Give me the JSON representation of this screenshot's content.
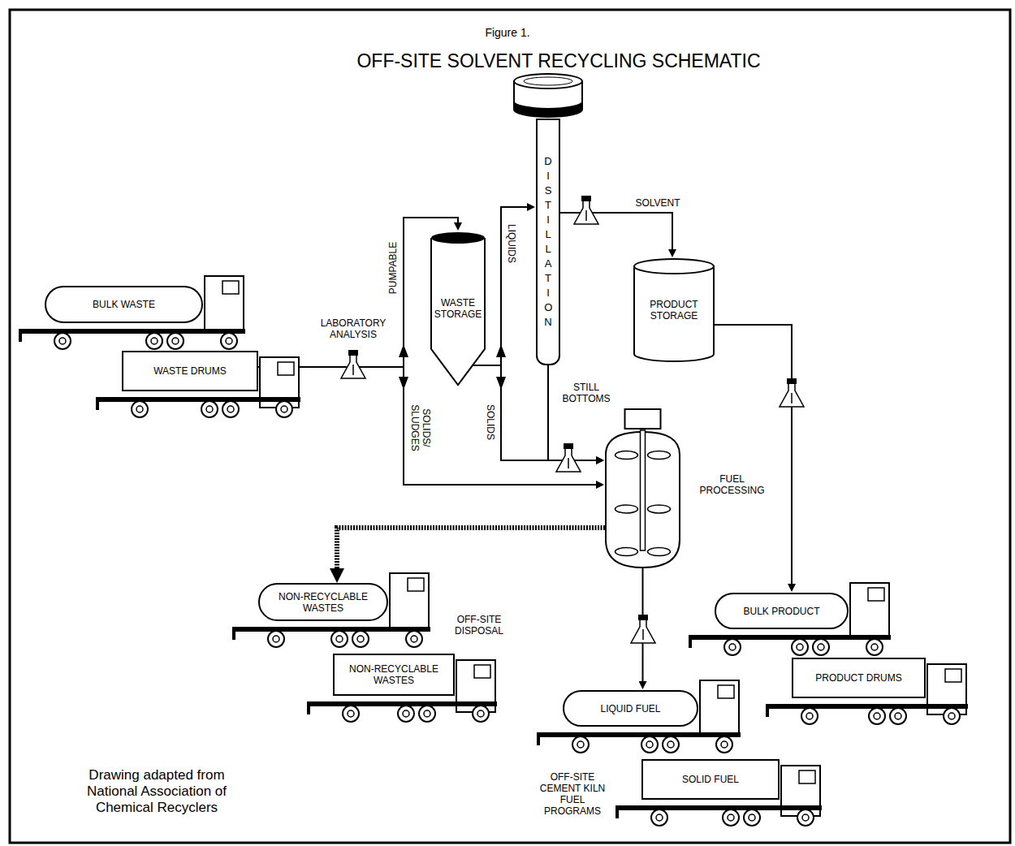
{
  "diagram": {
    "title": "OFF-SITE SOLVENT RECYCLING SCHEMATIC",
    "caption": "Drawing adapted from National Association of Chemical Recyclers",
    "nodes": [
      {
        "text": [
          "BULK WASTE"
        ]
      },
      {
        "text": [
          "WASTE DRUMS"
        ]
      },
      {
        "text": [
          "WASTE STORAGE"
        ]
      },
      {
        "text": [
          "DISTILLATION"
        ]
      },
      {
        "text": [
          "PRODUCT STORAGE"
        ]
      },
      {
        "text": [
          "FUEL PROCESSING"
        ]
      },
      {
        "text": [
          "NON-RECYCLABLE WASTES"
        ]
      },
      {
        "text": [
          "NON-RECYCLABLE WASTES"
        ]
      },
      {
        "text": [
          "LIQUID FUEL"
        ]
      },
      {
        "text": [
          "SOLID FUEL"
        ]
      },
      {
        "text": [
          "BULK PRODUCT"
        ]
      },
      {
        "text": [
          "PRODUCT DRUMS"
        ]
      }
    ],
    "edges": [
      {
        "from": 1,
        "to": 2,
        "label": "PUMPABLE",
        "arrow": "to"
      },
      {
        "from": 1,
        "to": 5,
        "label": "SOLIDS/ SLUDGES",
        "arrow": "to"
      },
      {
        "from": 2,
        "to": 3,
        "label": "LIQUIDS",
        "arrow": "to"
      },
      {
        "from": 2,
        "to": 5,
        "label": "SOLIDS",
        "arrow": "to"
      },
      {
        "from": 3,
        "to": 4,
        "label": "SOLVENT",
        "arrow": "to"
      },
      {
        "from": 3,
        "to": 5,
        "label": "STILL BOTTOMS",
        "arrow": "to"
      },
      {
        "from": 4,
        "to": 10,
        "arrow": "to"
      },
      {
        "from": 5,
        "to": 6,
        "arrow": "to"
      },
      {
        "from": 5,
        "to": 8,
        "arrow": "to"
      }
    ],
    "labels": [
      "Figure 1.",
      "LABORATORY ANALYSIS",
      "OFF-SITE DISPOSAL",
      "OFF-SITE CEMENT KILN FUEL PROGRAMS"
    ]
  }
}
